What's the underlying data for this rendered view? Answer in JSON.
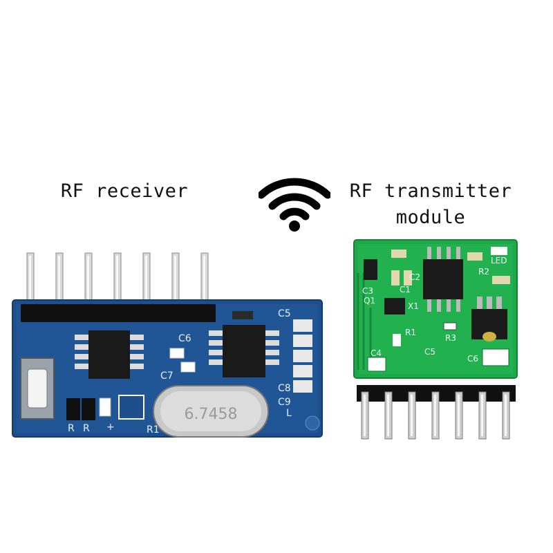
{
  "receiver": {
    "label": "RF receiver",
    "silkscreen": {
      "c5": "C5",
      "c6": "C6",
      "c7": "C7",
      "c8": "C8",
      "c9": "C9",
      "r1": "R1",
      "r_a": "R",
      "r_b": "R",
      "plus": "+",
      "l": "L",
      "crystal": "6.7458"
    },
    "pin_count": 7,
    "pcb_color": "#1d4f8c",
    "accent_color": "#2b6cb8"
  },
  "transmitter": {
    "label_line1": "RF transmitter",
    "label_line2": "module",
    "silkscreen": {
      "c3": "C3",
      "q1": "Q1",
      "c1": "C1",
      "c2": "C2",
      "x1": "X1",
      "r1": "R1",
      "r2": "R2",
      "r3": "R3",
      "c5": "C5",
      "c4": "C4",
      "c6": "C6",
      "led": "LED"
    },
    "pin_count": 7,
    "pcb_color": "#1ea84a",
    "accent_color": "#27c45a"
  },
  "wireless_icon": "wifi-icon",
  "background_color": "#ffffff"
}
